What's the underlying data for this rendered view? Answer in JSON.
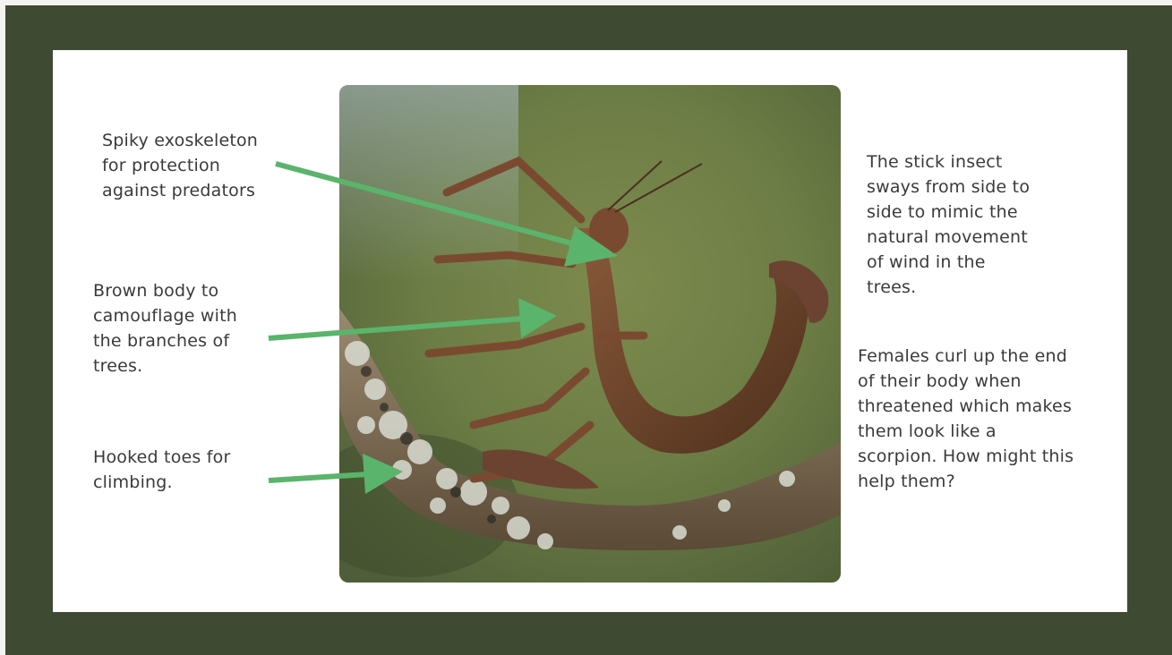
{
  "colors": {
    "frame": "#3f4a33",
    "slide_background": "#ffffff",
    "arrow": "#5bb46b",
    "text": "#3a3a3a"
  },
  "photo": {
    "subject": "stick insect on a lichen-covered branch",
    "icon": "insect-photo"
  },
  "annotations": {
    "spiky": "Spiky exoskeleton\nfor protection\nagainst predators",
    "brown": "Brown body to\ncamouflage with\nthe branches of\ntrees.",
    "hooked": "Hooked toes for\nclimbing.",
    "sways": "The stick insect\nsways from side to\nside to mimic the\nnatural movement\nof wind in the\ntrees.",
    "females": "Females curl up the end\nof their body when\nthreatened which makes\nthem look like a\nscorpion. How might this\nhelp them?"
  }
}
